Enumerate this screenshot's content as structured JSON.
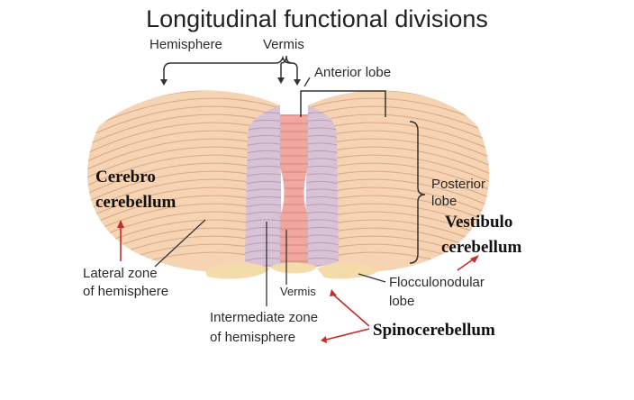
{
  "title": "Longitudinal functional divisions",
  "labels": {
    "hemisphere": "Hemisphere",
    "vermis_top": "Vermis",
    "anterior_lobe": "Anterior lobe",
    "posterior_lobe_1": "Posterior",
    "posterior_lobe_2": "lobe",
    "cerebro_1": "Cerebro",
    "cerebro_2": "cerebellum",
    "vestibulo_1": "Vestibulo",
    "vestibulo_2": "cerebellum",
    "lateral_zone_1": "Lateral zone",
    "lateral_zone_2": "of hemisphere",
    "vermis_bottom": "Vermis",
    "intermediate_zone_1": "Intermediate zone",
    "intermediate_zone_2": "of hemisphere",
    "flocculonodular_1": "Flocculonodular",
    "flocculonodular_2": "lobe",
    "spinocerebellum": "Spinocerebellum"
  },
  "colors": {
    "lateral": "#f6d3b2",
    "folia_line": "#d9a987",
    "intermediate": "#d8c3d6",
    "vermis": "#f0a7a0",
    "flocculonodular": "#f3dcaa",
    "red_arrow": "#c0302a",
    "pointer": "#333333"
  }
}
